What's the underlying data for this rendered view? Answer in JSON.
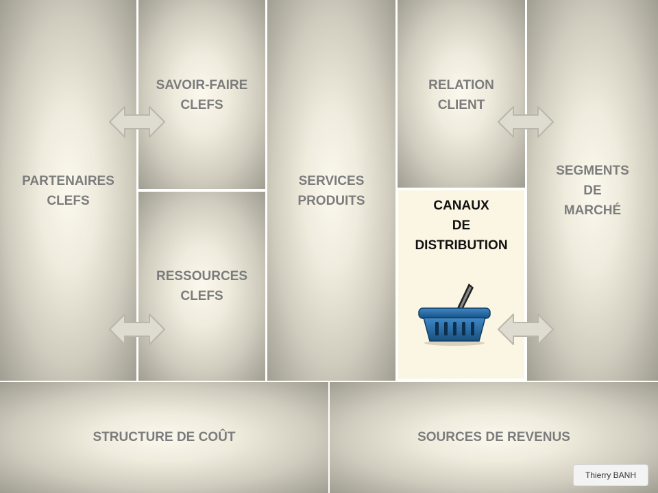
{
  "blocks": {
    "partenaires": [
      "PARTENAIRES",
      "CLEFS"
    ],
    "savoir_faire": [
      "SAVOIR-FAIRE",
      "CLEFS"
    ],
    "ressources": [
      "RESSOURCES",
      "CLEFS"
    ],
    "services": [
      "SERVICES",
      "PRODUITS"
    ],
    "relation": [
      "RELATION",
      "CLIENT"
    ],
    "canaux": [
      "CANAUX",
      "DE",
      "DISTRIBUTION"
    ],
    "segments": [
      "SEGMENTS",
      "DE",
      "MARCHÉ"
    ],
    "cout": [
      "STRUCTURE DE COÛT"
    ],
    "revenus": [
      "SOURCES DE REVENUS"
    ]
  },
  "author": "Thierry BANH",
  "icons": {
    "double_arrow": "double-arrow-icon",
    "basket": "shopping-basket-icon"
  },
  "colors": {
    "label_gray": "#7c7c7c",
    "label_highlight": "#111111",
    "highlight_fill": "#faf6e3",
    "arrow_fill": "#dedbd0",
    "basket_blue": "#1f5e94"
  }
}
